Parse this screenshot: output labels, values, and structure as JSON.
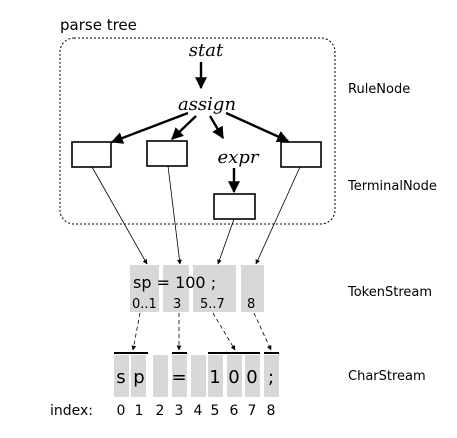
{
  "diagram": {
    "title": "parse tree",
    "rule_nodes": {
      "root": "stat",
      "child": "assign",
      "expr": "expr"
    },
    "layer_labels": {
      "rule": "RuleNode",
      "terminal": "TerminalNode",
      "token": "TokenStream",
      "char": "CharStream"
    },
    "token_stream": {
      "text": "sp = 100 ;",
      "ranges": [
        "0..1",
        "3",
        "5..7",
        "8"
      ]
    },
    "char_stream": {
      "chars": [
        "s",
        "p",
        " ",
        "=",
        " ",
        "1",
        "0",
        "0",
        ";"
      ],
      "index_label": "index:",
      "indices": [
        "0",
        "1",
        "2",
        "3",
        "4",
        "5",
        "6",
        "7",
        "8"
      ]
    }
  }
}
